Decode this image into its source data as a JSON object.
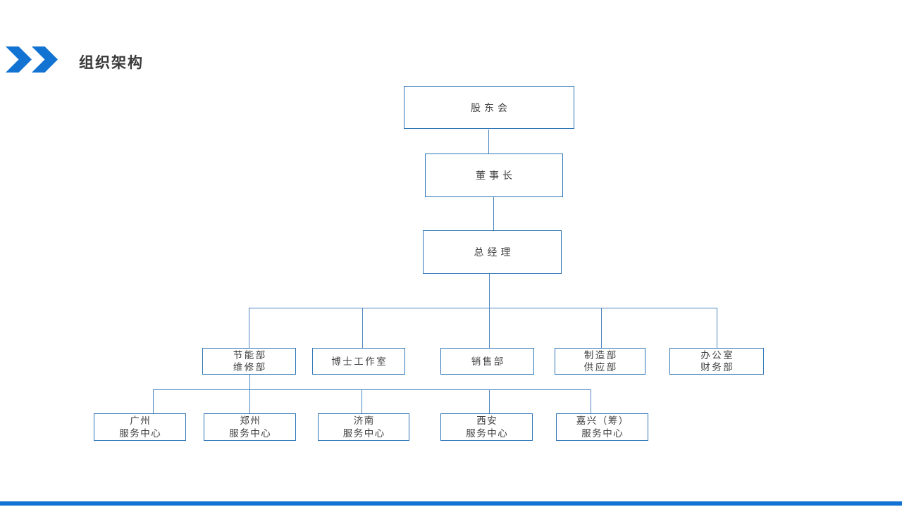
{
  "title": "组织架构",
  "colors": {
    "accent": "#1273d2",
    "box_border": "#2e75b6",
    "connector": "#4e86c0",
    "title_text": "#3a3a3a",
    "box_text": "#404040"
  },
  "icons": {
    "header_icon": "double-chevron-right-icon"
  },
  "org_chart": {
    "root": {
      "label": "股东会"
    },
    "chairman": {
      "label": "董事长"
    },
    "general_manager": {
      "label": "总经理"
    },
    "departments": [
      {
        "line1": "节能部",
        "line2": "维修部"
      },
      {
        "line1": "博士工作室",
        "line2": ""
      },
      {
        "line1": "销售部",
        "line2": ""
      },
      {
        "line1": "制造部",
        "line2": "供应部"
      },
      {
        "line1": "办公室",
        "line2": "财务部"
      }
    ],
    "service_centers": [
      {
        "line1": "广州",
        "line2": "服务中心"
      },
      {
        "line1": "郑州",
        "line2": "服务中心"
      },
      {
        "line1": "济南",
        "line2": "服务中心"
      },
      {
        "line1": "西安",
        "line2": "服务中心"
      },
      {
        "line1": "嘉兴（筹）",
        "line2": "服务中心"
      }
    ]
  }
}
